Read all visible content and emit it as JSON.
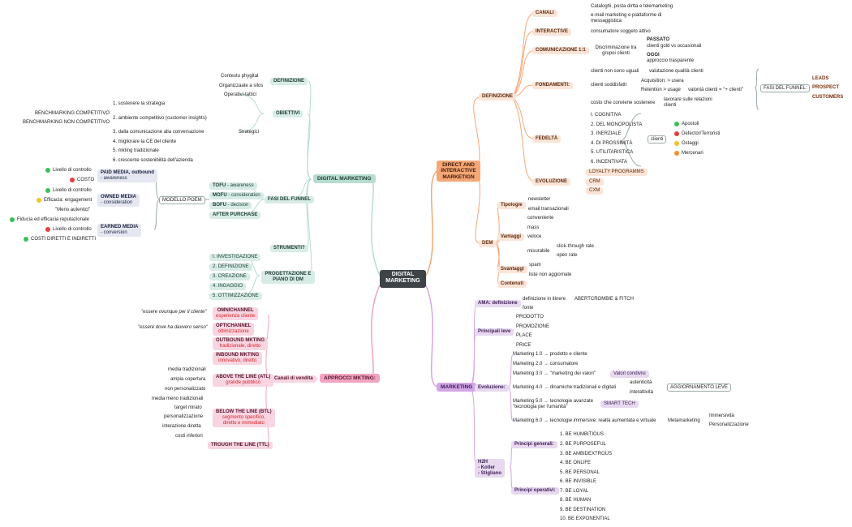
{
  "center": {
    "line1": "DIGITAL",
    "line2": "MARKETING"
  },
  "dim": {
    "title": "DIRECT AND INTERACTIVE MARKETIGN",
    "definizione": "DEFINIZIONE",
    "dem": "DEM",
    "canali": "CANALI",
    "canali_1": "Cataloghi, posta dirtta e telemarketing",
    "canali_2": "e-mail marketing e piattaforme di messaggistica",
    "interactive": "INTERACTIVE",
    "interactive_1": "consumatore soggeto attivo",
    "com11": "COMUNICAZIONE 1:1",
    "com11_1": "Discriminazione tra grupoi clienti",
    "passato": "PASSATO",
    "passato_1": "clienti gold vs occasionali",
    "oggi": "OGGI",
    "oggi_1": "approccio trasparente",
    "fondamenti": "FONDAMENTI:",
    "fond_1": "clienti non sono uguali",
    "fond_1a": "valutazione qualità clienti",
    "fond_2": "clienti soddisfatti",
    "fond_2a": "Acquisition: > usera",
    "fond_2b": "Retention > usage",
    "fond_2c": "valontà clienti = \"+ clienti\"",
    "fond_3": "costo che conviene sostenere",
    "fond_3a": "lavorare sulle relazioni clienti",
    "fasi_funnel": "FASI DEL FUNNEL:",
    "leads": "LEADS",
    "prospect": "PROSPECT",
    "customers": "CUSTOMERS",
    "fedelta": "FEDELTÀ",
    "fed_items": [
      "I. COGNITIVA",
      "2. DEL MONOPOLISTA",
      "3. INERZIALE",
      "4. DI PROSSIMITÀ",
      "5. UTILITARISTICA",
      "6. INCENTIVATA"
    ],
    "clienti": "clienti",
    "clienti_types": [
      "Apostoli",
      "Defector/Terroristi",
      "Ostaggi",
      "Mercenari"
    ],
    "evoluzione": "EVOLUZIONE",
    "evo_items": [
      "LOYALTY PROGRAMMS",
      "CRM",
      "CXM"
    ],
    "tipologie": "Tipologie",
    "tip_items": [
      "newsletter",
      "email transazionali"
    ],
    "vantaggi": "Vantaggi",
    "van_items": [
      "conveniente",
      "mass",
      "veloce"
    ],
    "misurabile": "misurabile",
    "mis_items": [
      "click-through rate",
      "open rate"
    ],
    "svantaggi": "Svantaggi",
    "sva_items": [
      "spam",
      "liste non aggiornate"
    ],
    "contenuti": "Contenuti"
  },
  "dmk": {
    "title": "DIGITAL MARKETING",
    "definizione": "DEFINIZIONE",
    "def_1": "Contesto phygital",
    "def_2": "Organizzaate a silos",
    "obiettivi": "OBIETTIVI",
    "operativi": "Operativi-tattici",
    "strategici": "Strategici",
    "obj_items": [
      "1. sostenere la strategia",
      "2. ambiente competitivo (customer insights)",
      "3. dalla comunicazione alla conversazione",
      "4. migliorare la CE del cliente",
      "5. mkting tradizionale",
      "6. crescente sostenibilità dell'azienda"
    ],
    "bench_1": "BENCHMARKING COMPETITIVO",
    "bench_2": "BENCHMARKING NON COMPETITIVO",
    "fasi": "FASI DEL FUNNEL",
    "tofu": "TOFU",
    "tofu_d": "- awareness",
    "mofu": "MOFU",
    "mofu_d": "- consideration",
    "bofu": "BOFU",
    "bofu_d": "- decision",
    "after": "AFTER PURCHASE",
    "poem": "MODELLO POEM",
    "paid": "PAID MEDIA, outbound",
    "paid_d": "- awareness",
    "owned": "OWNED MEDIA",
    "owned_d": "- consideration",
    "earned": "EARNED MEDIA",
    "earned_d": "- conversion",
    "paid_1": "Livello di controllo",
    "paid_2": "COSTO",
    "owned_1": "Livello di controllo",
    "owned_2": "Efficacia: engagement",
    "owned_3": "\"Meno autentici\"",
    "earned_1": "Fiducia ed efficacia reputazionale",
    "earned_2": "Livello di controllo",
    "earned_3": "COSTI DIRETTI E INDIRETTI",
    "strumenti": "STRUMENTI?",
    "progettazione": "PROGETTAZIONE E PIANO DI DM",
    "prog_items": [
      "I. INVESTIGAZIONE",
      "2. DEFINIZIONE",
      "3. CREAZIONE",
      "4. INGAGGIO",
      "5. OTTIMIZZAZIONE"
    ]
  },
  "app": {
    "title": "APPROCCI MKTING:",
    "canali": "Canali di vendita",
    "omni": "OMNICHANNEL",
    "omni_d": "esperienza cliente",
    "omni_q": "\"essere ovunque per il cliente\"",
    "opti": "OPTICHANNEL",
    "opti_d": "ottimizzazione",
    "opti_q": "\"essere dove ha davvero senso\"",
    "outb": "OUTBOUND MKTING",
    "outb_d": "tradizionale, diretto",
    "inb": "INBOUND MKTING",
    "inb_d": "innovativo, diretto",
    "atl": "ABOVE THE LINE (ATL)",
    "atl_d": "grande pubblico",
    "atl_items": [
      "media tradizionali",
      "ampia copertura",
      "non personalizzato"
    ],
    "btl": "BELOW THE LINE (BTL)",
    "btl_d": "segmento specifico, diretto e immediato",
    "btl_items": [
      "media meno tradizionali",
      "target mirato",
      "personalizzazione",
      "interazione diretta",
      "costi inferiori"
    ],
    "ttl": "TROUGH THE LINE (TTL)"
  },
  "mk": {
    "title": "MARKETING",
    "ama": "AMA: definizione",
    "ama_1": "definizione in itinere",
    "ama_1a": "ABERTCROMBIE & FITCH",
    "ama_2": "fonte",
    "leve": "Principali leve",
    "leve_items": [
      "PRODOTTO",
      "PROMOZIONE",
      "PLACE",
      "PRICE"
    ],
    "evol": "Evoluzione:",
    "mk1": "Marketing 1.0 → prodotto e cliente",
    "mk2": "Marketing 2.0 → consumatore",
    "mk3": "Marketing 3.0 → \"marketing dei valori\"",
    "mk3a": "Valori condivisi",
    "mk4": "Marketing 4.0 → dinamiche tradizionali e digitali",
    "mk4a": "autenticità",
    "mk4b": "interattività",
    "mk4c": "AGGIORNAMENTO LEVE",
    "mk5": "Marketing 5.0 → tecnologie avanzate",
    "mk5b": "\"tecnologia per l'umanità\"",
    "mk5a": "SMART TECH",
    "mk6": "Marketing 6.0 → tecnologie immersive: realtà aumentata e virtuale",
    "meta": "Metamarketing",
    "meta_1": "Immersività",
    "meta_2": "Personalizzazione",
    "h2h": "H2H",
    "kotler": "- Kotler",
    "stigliano": "- Stigliano",
    "gen": "Principi generali:",
    "gen_items": [
      "1. BE HUMBITIOUS",
      "2. BE PURPOSEFUL",
      "3. BE AMBIDEXTROUS"
    ],
    "op": "Principi operativi:",
    "op_items": [
      "4. BE ONLIFE",
      "5. BE PERSONAL",
      "6. BE INVISIBLE",
      "7. BE LOYAL",
      "8. BE HUMAN",
      "9. BE DESTINATION",
      "10. BE EXPONENTIAL"
    ]
  },
  "colors": {
    "orange": "#f5a776",
    "green": "#b7ddd0",
    "pink": "#f2a4c0",
    "purple": "#d3a6e6",
    "dot_green": "#3bbf5a",
    "dot_red": "#e53d3d",
    "dot_yellow": "#f2c12a",
    "dot_orange": "#f28f2e"
  }
}
